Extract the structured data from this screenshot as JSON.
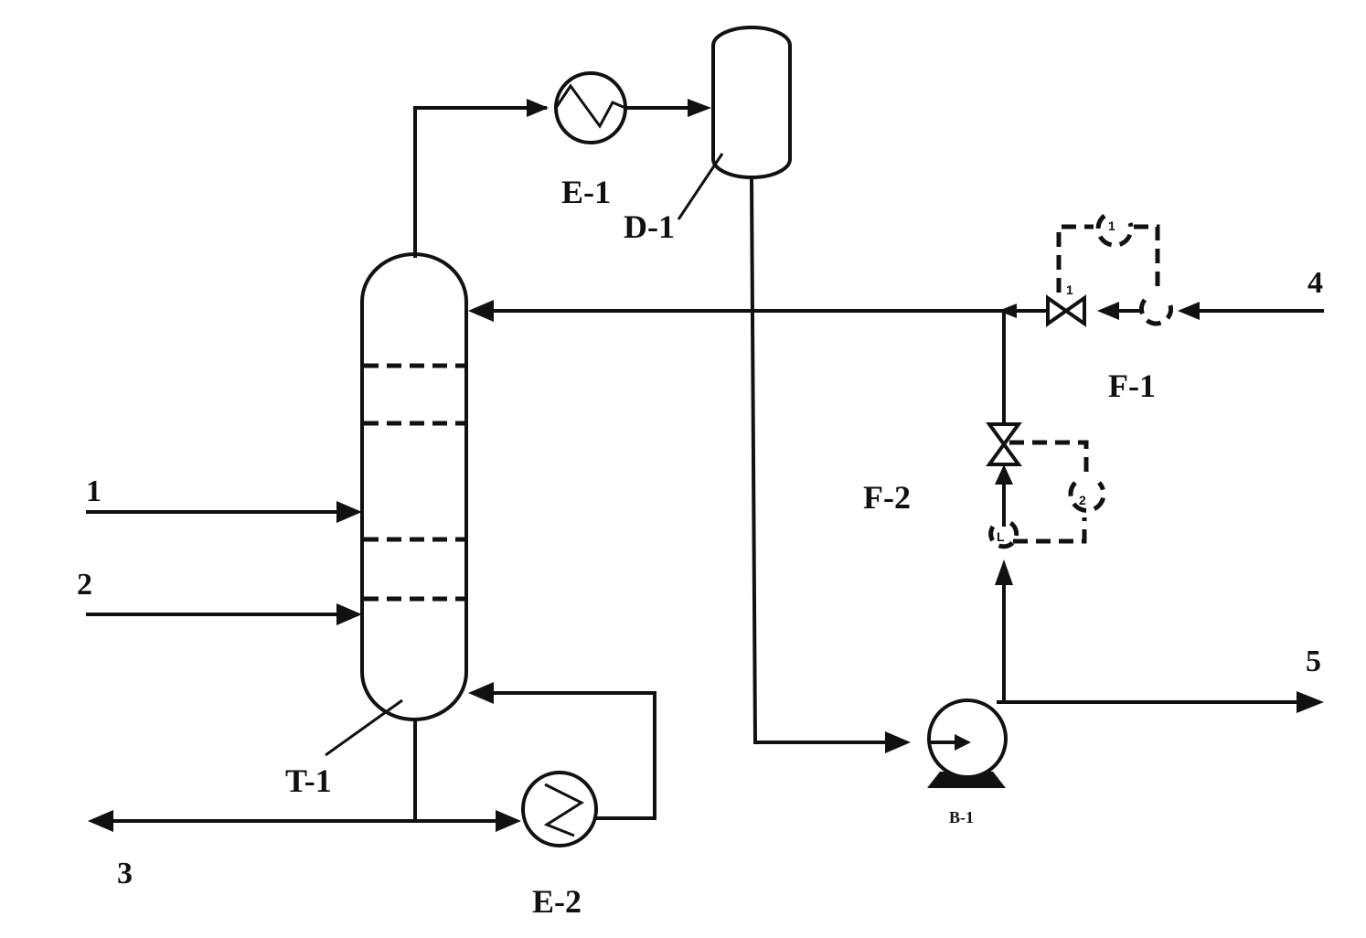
{
  "labels": {
    "column": "T-1",
    "condenser": "E-1",
    "reboiler": "E-2",
    "drum": "D-1",
    "pump": "B-1",
    "flow_control_1": "F-1",
    "flow_control_2": "F-2"
  },
  "streams": {
    "s1": "1",
    "s2": "2",
    "s3": "3",
    "s4": "4",
    "s5": "5"
  },
  "instruments": {
    "fc1_tag": "1",
    "fc2_tag": "2"
  }
}
